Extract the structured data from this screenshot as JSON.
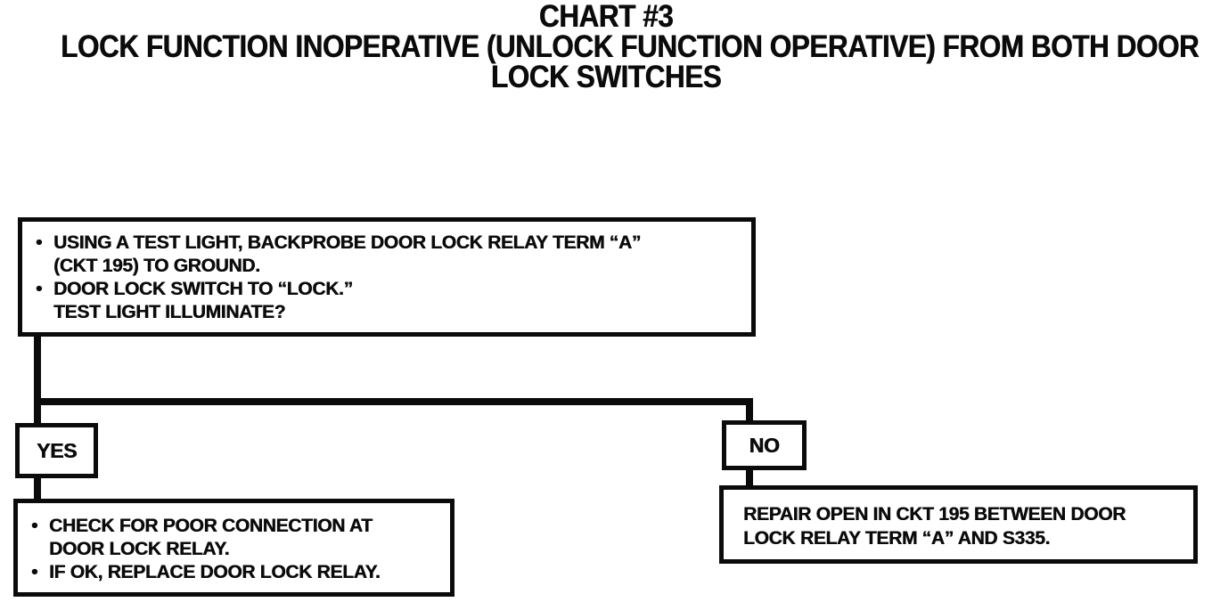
{
  "colors": {
    "ink": "#0b0b0b",
    "paper": "#ffffff"
  },
  "title": {
    "line1": "CHART #3",
    "line2": "LOCK FUNCTION INOPERATIVE (UNLOCK FUNCTION OPERATIVE) FROM BOTH DOOR",
    "line3": "LOCK SWITCHES"
  },
  "flowchart": {
    "question_box": {
      "bullets": [
        {
          "line1": "USING A TEST LIGHT, BACKPROBE DOOR LOCK RELAY TERM “A”",
          "line2": "(CKT 195) TO GROUND."
        },
        {
          "line1": "DOOR LOCK SWITCH TO “LOCK.”",
          "line2": "TEST LIGHT ILLUMINATE?"
        }
      ]
    },
    "yes_label": "YES",
    "no_label": "NO",
    "yes_result_box": {
      "bullets": [
        {
          "line1": "CHECK FOR POOR CONNECTION AT",
          "line2": "DOOR LOCK RELAY."
        },
        {
          "line1": "IF OK, REPLACE DOOR LOCK RELAY.",
          "line2": ""
        }
      ]
    },
    "no_result_box": {
      "line1": "REPAIR OPEN IN CKT 195 BETWEEN DOOR",
      "line2": "LOCK RELAY TERM “A” AND S335."
    },
    "bullet_glyph": "•"
  }
}
